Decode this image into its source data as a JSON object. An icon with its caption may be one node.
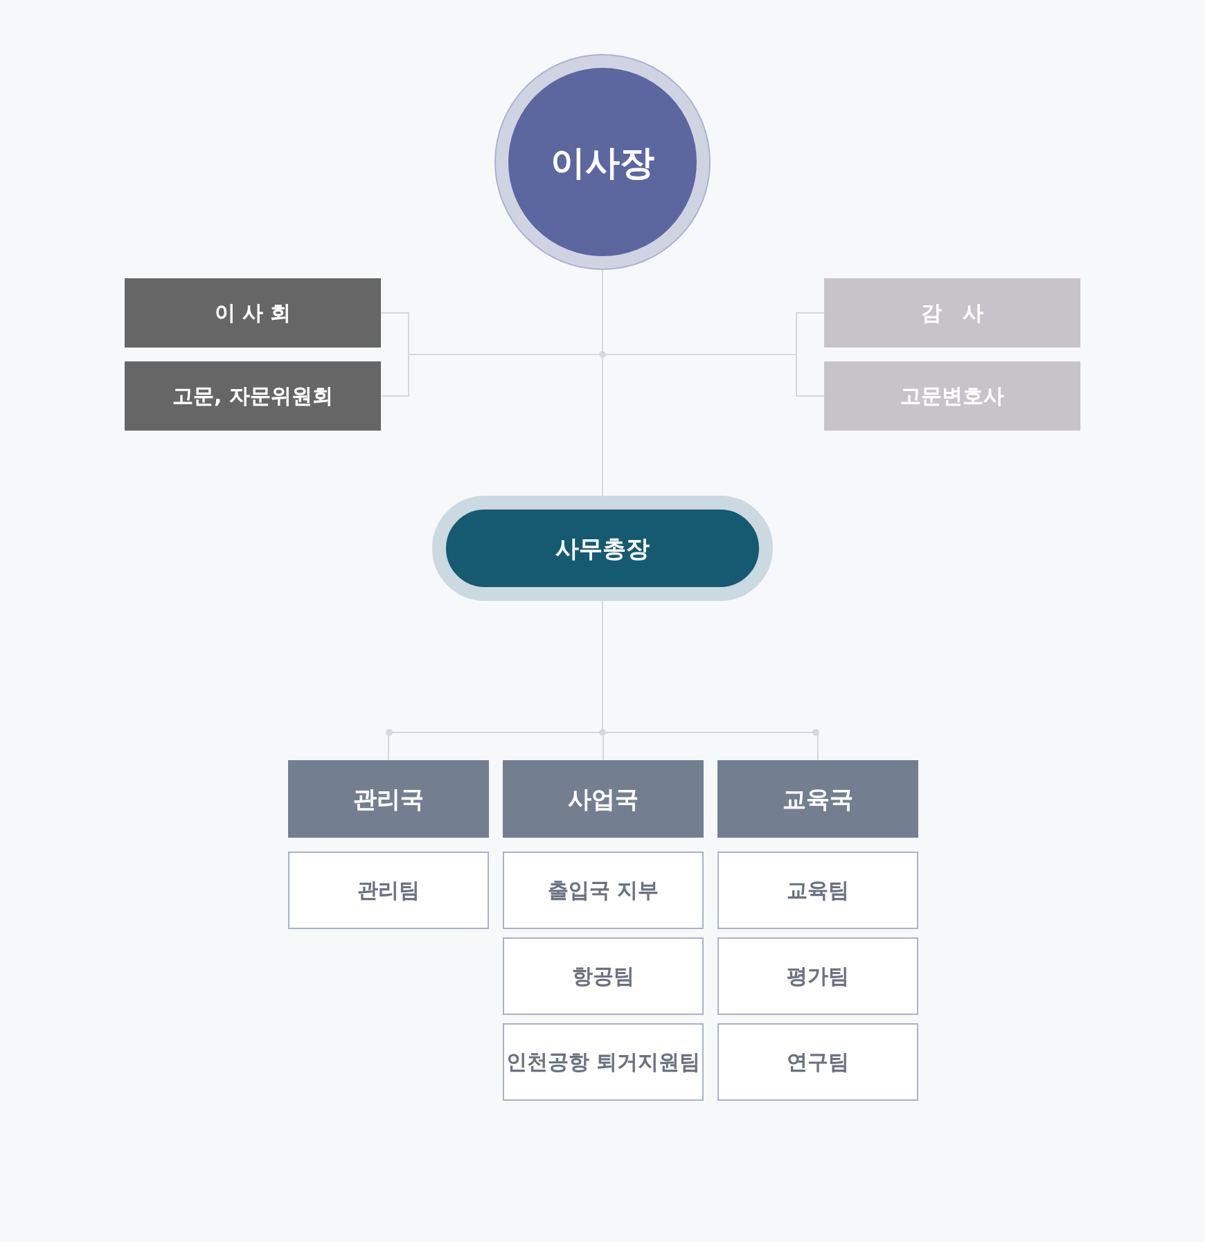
{
  "diagram": {
    "nodes": [
      {
        "text": [
          "이사장"
        ]
      },
      {
        "text": [
          "이 사 회"
        ]
      },
      {
        "text": [
          "고문, 자문위원회"
        ]
      },
      {
        "text": [
          "감　사"
        ]
      },
      {
        "text": [
          "고문변호사"
        ]
      },
      {
        "text": [
          "사무총장"
        ]
      },
      {
        "text": [
          "관리국"
        ]
      },
      {
        "text": [
          "사업국"
        ]
      },
      {
        "text": [
          "교육국"
        ]
      },
      {
        "text": [
          "관리팀"
        ]
      },
      {
        "text": [
          "출입국 지부"
        ]
      },
      {
        "text": [
          "항공팀"
        ]
      },
      {
        "text": [
          "인천공항 퇴거지원팀"
        ]
      },
      {
        "text": [
          "교육팀"
        ]
      },
      {
        "text": [
          "평가팀"
        ]
      },
      {
        "text": [
          "연구팀"
        ]
      }
    ],
    "edges": [
      {
        "from": 0,
        "to": 5,
        "arrow": "none"
      },
      {
        "from": 0,
        "to": 1,
        "arrow": "none"
      },
      {
        "from": 0,
        "to": 2,
        "arrow": "none"
      },
      {
        "from": 0,
        "to": 3,
        "arrow": "none"
      },
      {
        "from": 0,
        "to": 4,
        "arrow": "none"
      },
      {
        "from": 5,
        "to": 6,
        "arrow": "none"
      },
      {
        "from": 5,
        "to": 7,
        "arrow": "none"
      },
      {
        "from": 5,
        "to": 8,
        "arrow": "none"
      }
    ]
  }
}
